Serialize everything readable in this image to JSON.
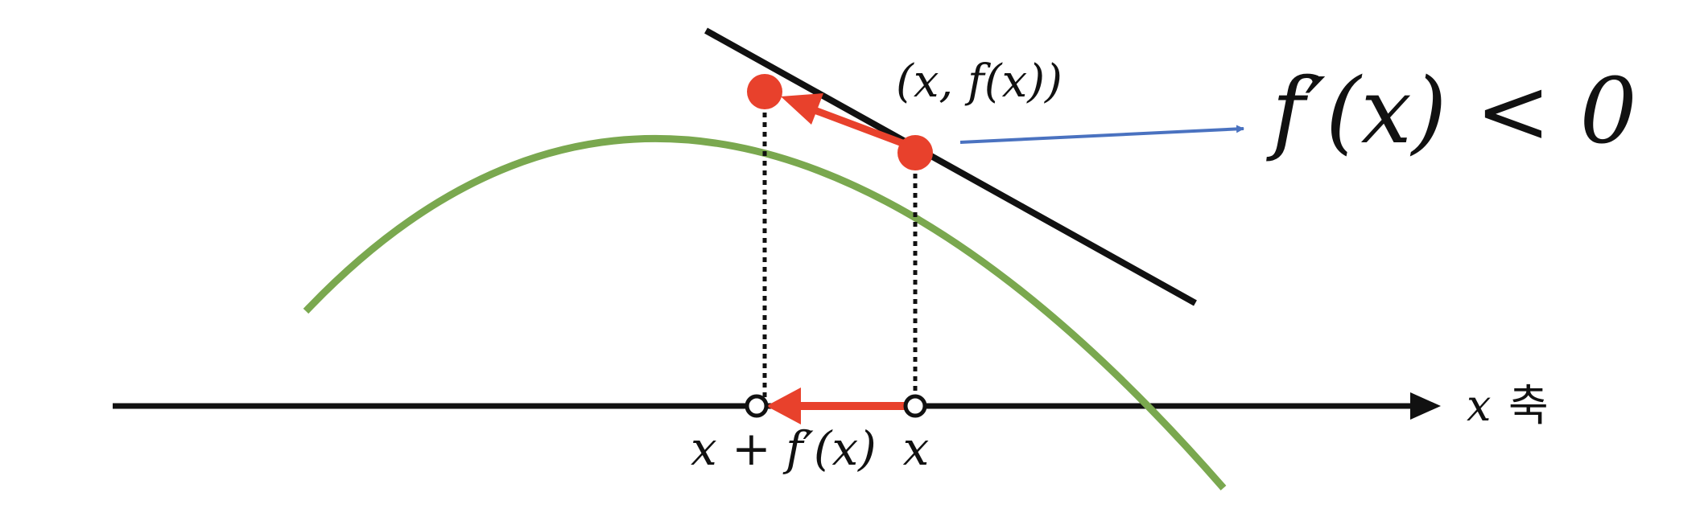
{
  "diagram": {
    "point_label": "(x, f(x))",
    "derivative_condition": "f′(x) < 0",
    "x_label": "x",
    "step_label": "x + f′(x)",
    "axis_label": {
      "var": "x",
      "word": "축"
    }
  },
  "colors": {
    "curve": "#7aa84f",
    "point": "#e8412c",
    "step_arrow": "#e8412c",
    "pointer_arrow": "#4a72c0",
    "axis": "#111111",
    "tangent": "#111111"
  }
}
